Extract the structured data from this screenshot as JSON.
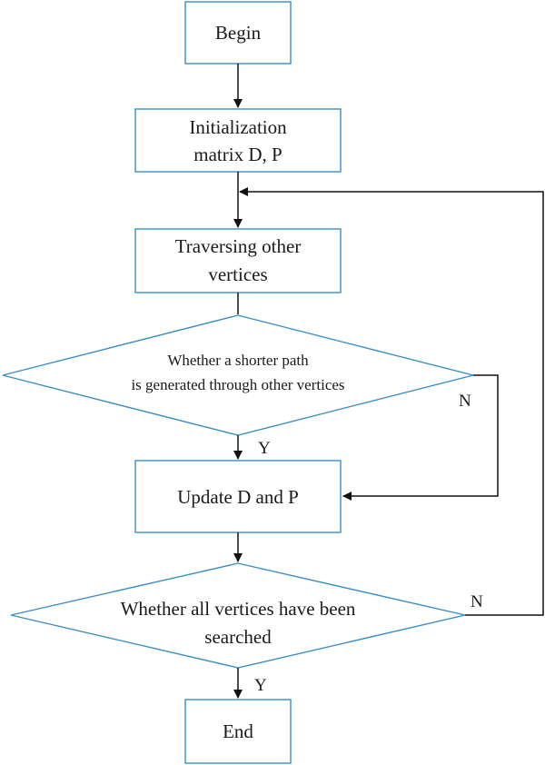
{
  "nodes": {
    "begin": {
      "label": "Begin"
    },
    "init": {
      "line1": "Initialization",
      "line2": "matrix D, P"
    },
    "traverse": {
      "line1": "Traversing other",
      "line2": "vertices"
    },
    "shorter": {
      "line1": "Whether a shorter path",
      "line2": "is generated through other vertices"
    },
    "update": {
      "label": "Update D and P"
    },
    "allsearched": {
      "line1": "Whether all vertices have been",
      "line2": "searched"
    },
    "end": {
      "label": "End"
    }
  },
  "edges": {
    "shorter_yes": "Y",
    "shorter_no": "N",
    "all_yes": "Y",
    "all_no": "N"
  },
  "colors": {
    "node_border": "#3a8ec4",
    "arrow": "#111111"
  }
}
